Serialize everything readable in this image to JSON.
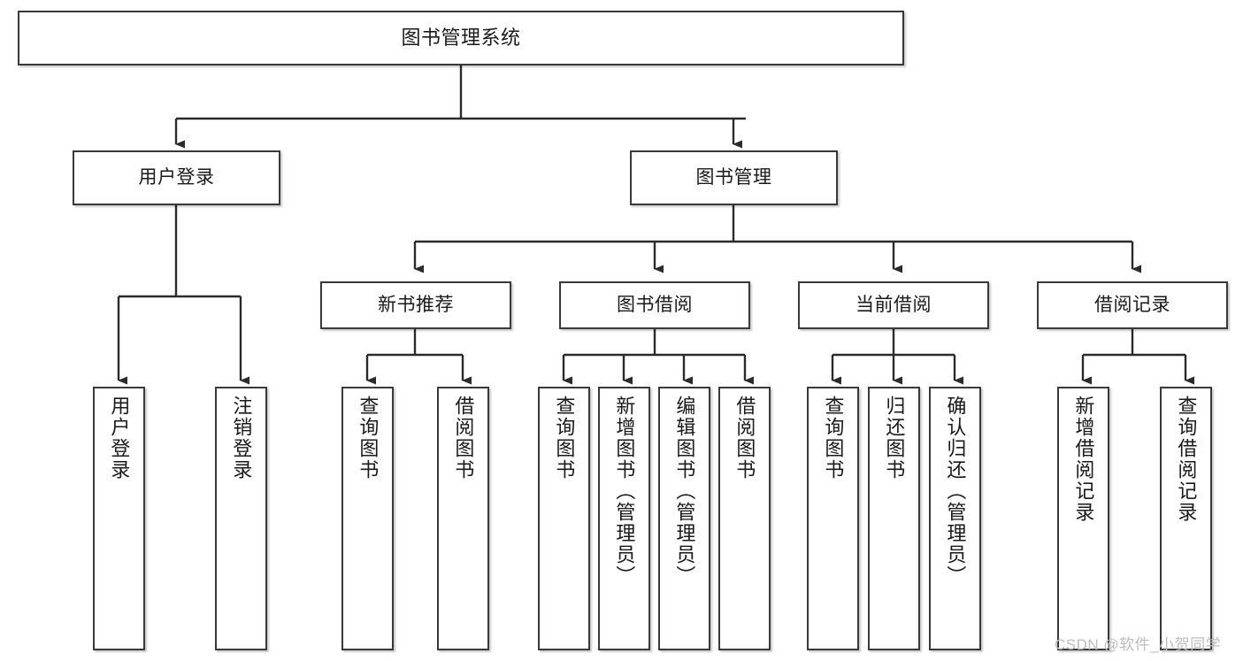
{
  "diagram": {
    "title": "图书管理系统",
    "type": "tree-hierarchy-chart",
    "root": {
      "label": "图书管理系统"
    },
    "level2": [
      {
        "label": "用户登录"
      },
      {
        "label": "图书管理"
      }
    ],
    "level3": [
      {
        "label": "新书推荐"
      },
      {
        "label": "图书借阅"
      },
      {
        "label": "当前借阅"
      },
      {
        "label": "借阅记录"
      }
    ],
    "leaves": {
      "user_login": [
        {
          "label": "用户登录"
        },
        {
          "label": "注销登录"
        }
      ],
      "new_book_recommend": [
        {
          "label": "查询图书"
        },
        {
          "label": "借阅图书"
        }
      ],
      "book_borrow": [
        {
          "label": "查询图书"
        },
        {
          "label": "新增图书（管理员）"
        },
        {
          "label": "编辑图书（管理员）"
        },
        {
          "label": "借阅图书"
        }
      ],
      "current_borrow": [
        {
          "label": "查询图书"
        },
        {
          "label": "归还图书"
        },
        {
          "label": "确认归还（管理员）"
        }
      ],
      "borrow_record": [
        {
          "label": "新增借阅记录"
        },
        {
          "label": "查询借阅记录"
        }
      ]
    }
  },
  "watermark": {
    "text": "CSDN @软件_小贺同学"
  },
  "colors": {
    "box_border": "#3a3a3a",
    "box_fill": "#ffffff",
    "connector": "#2b2b2b",
    "text": "#1a1a1a",
    "watermark": "#bdbdbd"
  }
}
